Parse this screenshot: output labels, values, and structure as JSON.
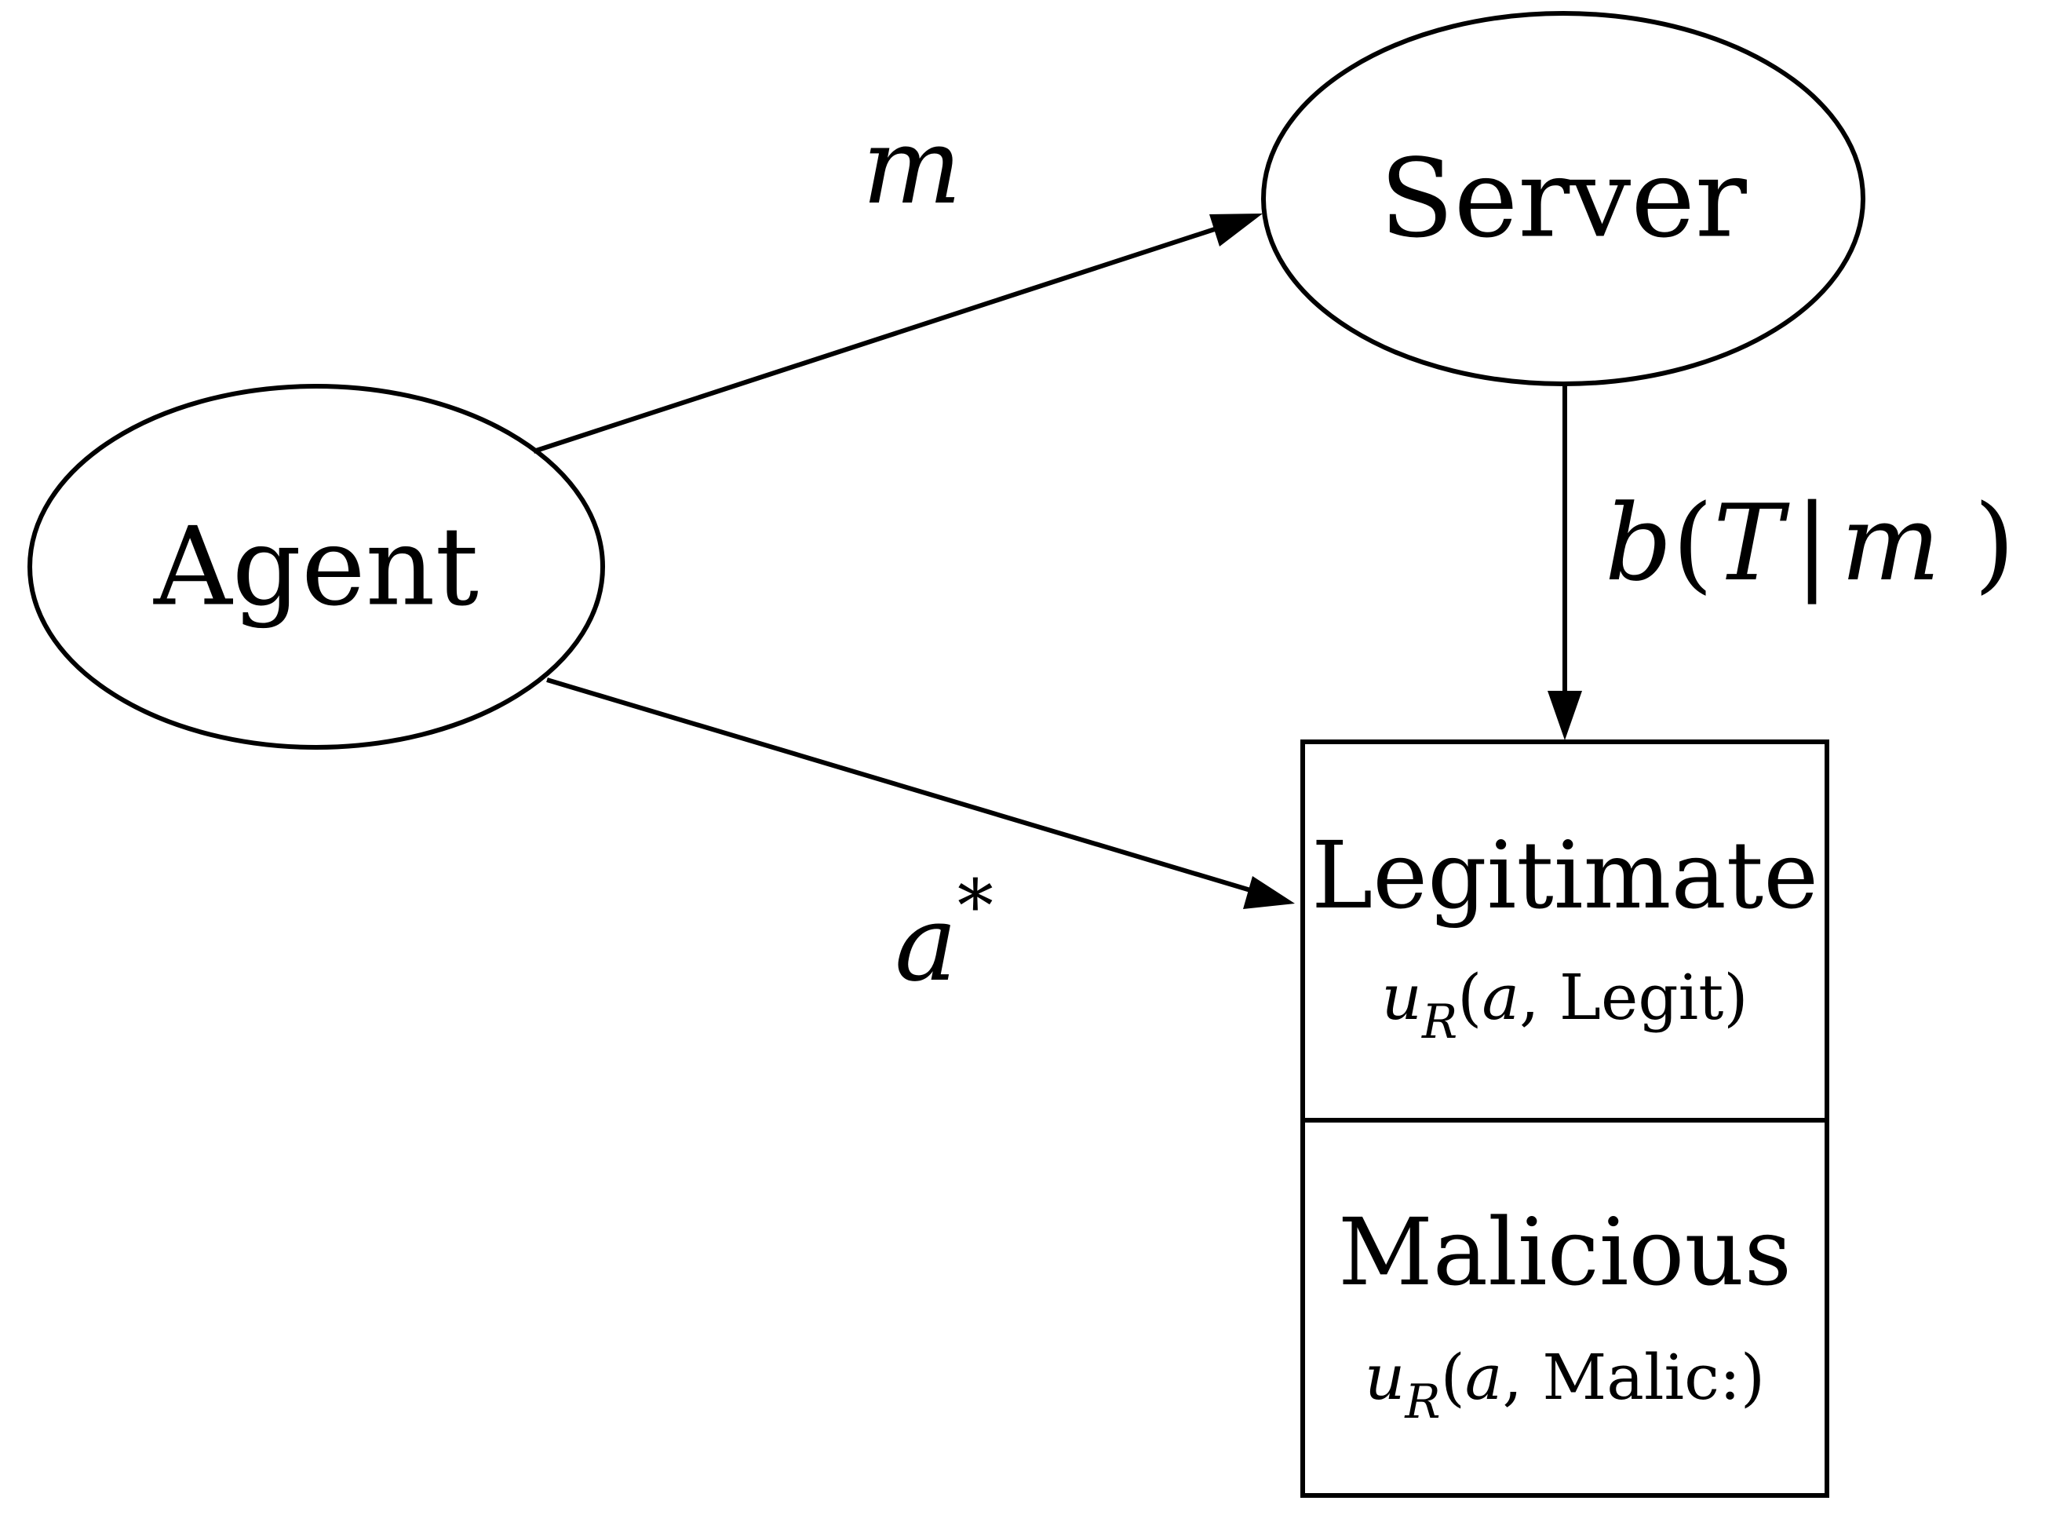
{
  "nodes": {
    "agent": {
      "label": "Agent"
    },
    "server": {
      "label": "Server"
    },
    "outcome_box": {
      "legitimate": {
        "title": "Legitimate",
        "formula": {
          "func": "u",
          "sub": "R",
          "open": "(",
          "arg": "a",
          "sep": ", ",
          "type": "Legit",
          "close": ")"
        }
      },
      "malicious": {
        "title": "Malicious",
        "formula": {
          "func": "u",
          "sub": "R",
          "open": "(",
          "arg": "a",
          "sep": ", ",
          "type": "Malic:",
          "close": ")"
        }
      }
    }
  },
  "edges": {
    "agent_to_server": {
      "label": "m"
    },
    "server_to_box": {
      "label": {
        "func": "b",
        "open": "(",
        "var": "T",
        "bar": "|",
        "cond": "m",
        "close": " )"
      }
    },
    "agent_to_box": {
      "label": {
        "base": "a",
        "sup": "*"
      }
    }
  },
  "colors": {
    "stroke": "#000000",
    "background": "#ffffff"
  }
}
